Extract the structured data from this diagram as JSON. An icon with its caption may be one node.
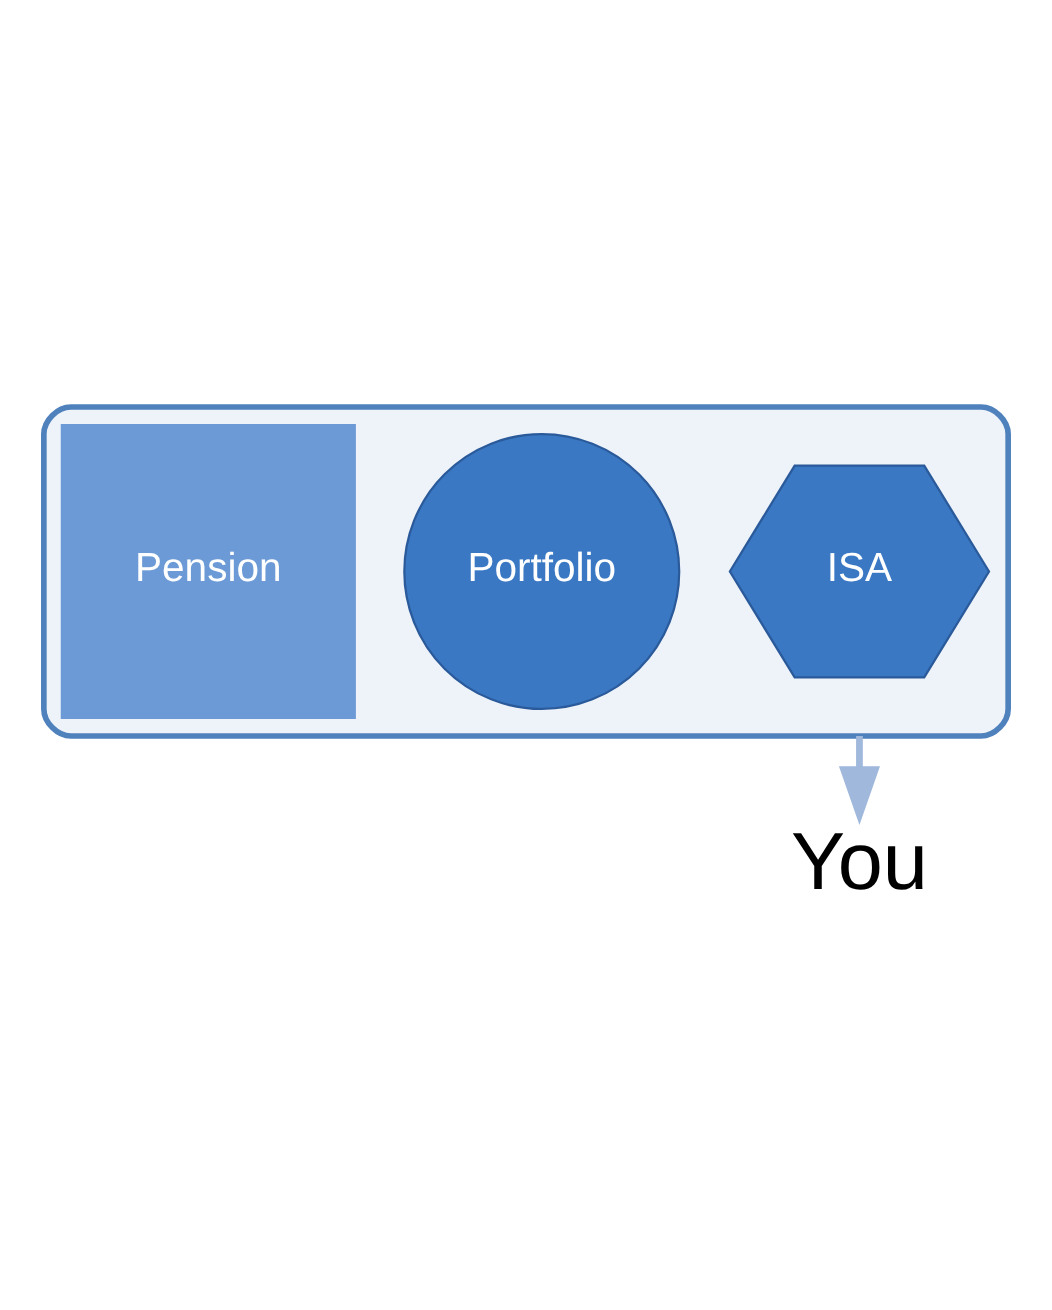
{
  "diagram": {
    "nodes": [
      {
        "text": [],
        "shape": "funnel"
      },
      {
        "text": [
          "ISA"
        ],
        "in": 0
      },
      {
        "text": [
          "Portfolio"
        ],
        "in": 0
      },
      {
        "text": [
          "Pension"
        ],
        "in": 0
      },
      {
        "text": [
          "You"
        ]
      }
    ],
    "edges": [
      {
        "from": 0,
        "to": 4,
        "arrow": "to"
      }
    ]
  }
}
